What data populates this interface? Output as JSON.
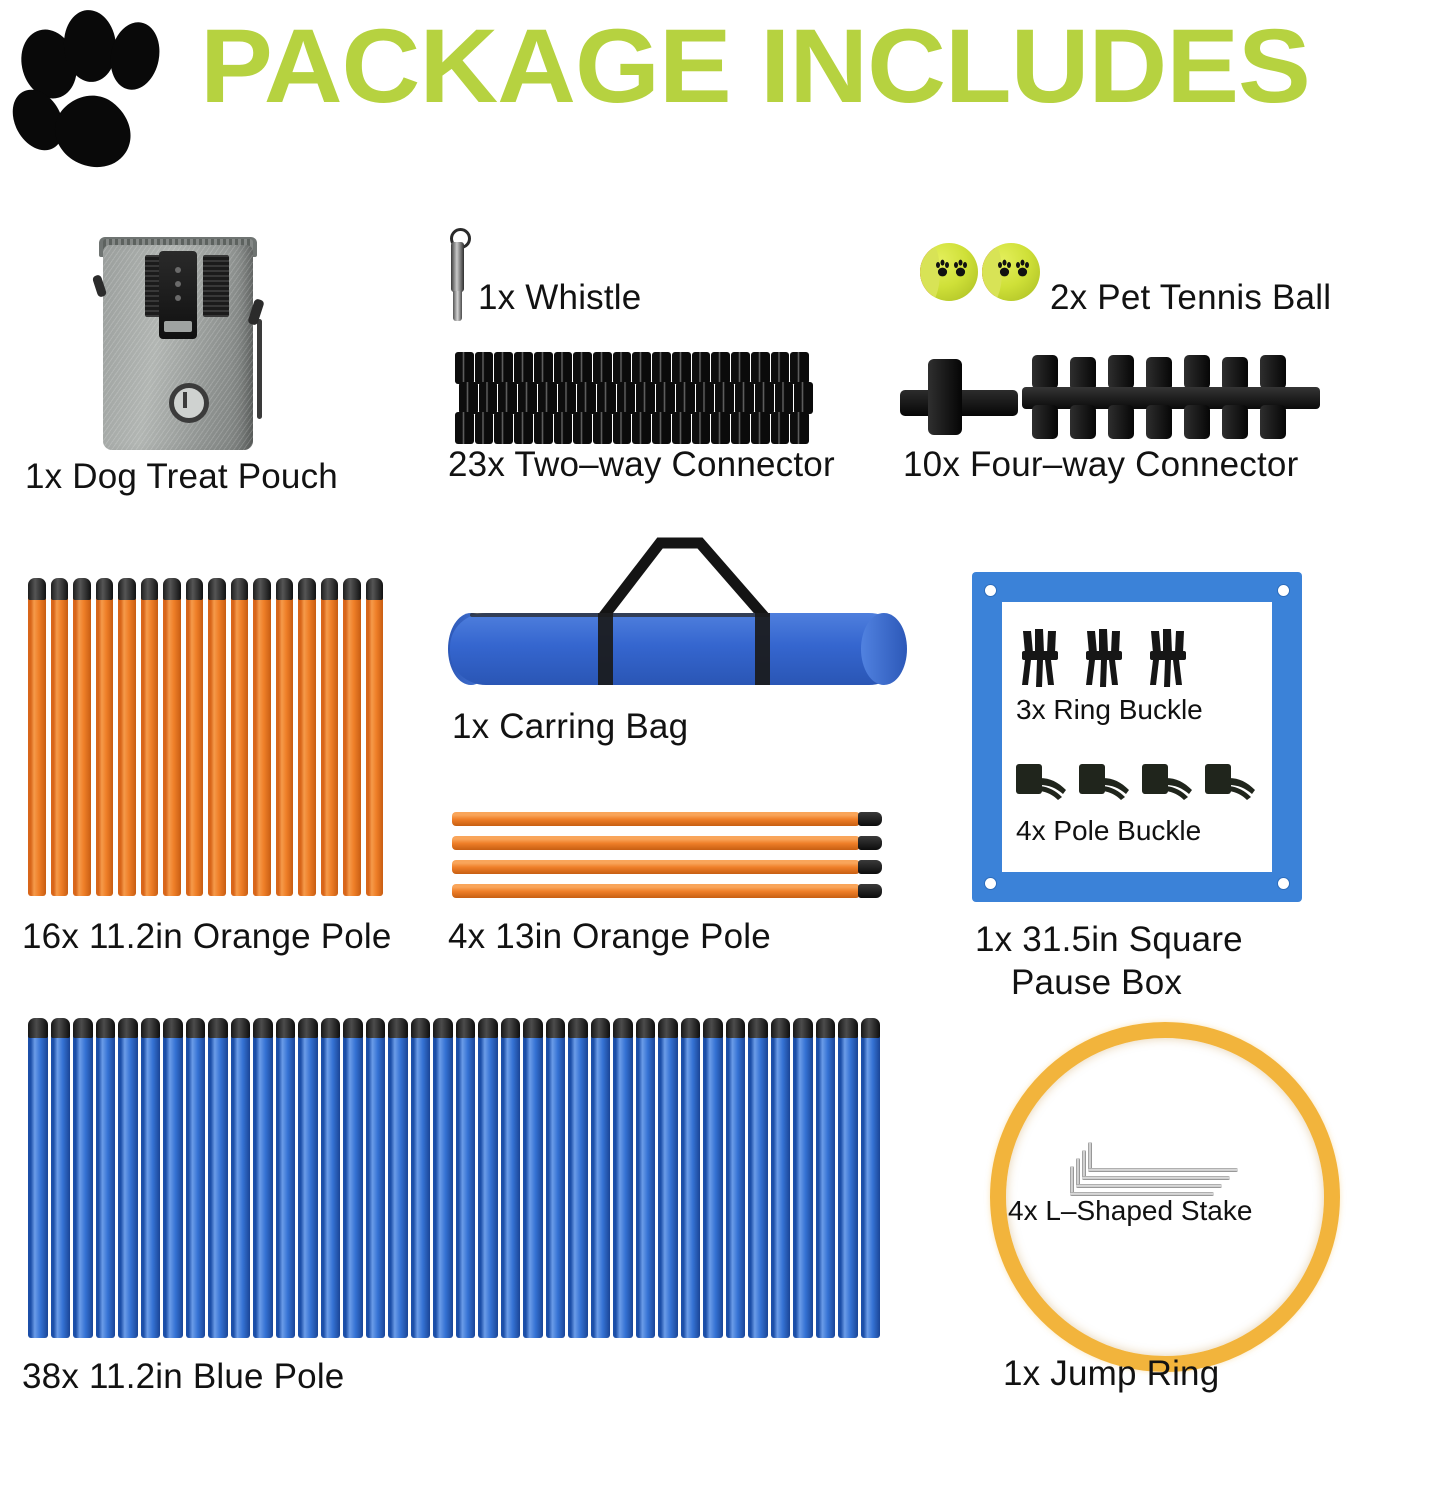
{
  "header": {
    "title": "PACKAGE INCLUDES",
    "paw_icon": "paw-print-icon",
    "title_color": "#b6d240"
  },
  "colors": {
    "title_green": "#b6d240",
    "orange_pole": "#ef7f28",
    "blue_pole": "#3572d4",
    "pause_box_blue": "#3b82d8",
    "jump_ring_gold": "#f2b43c",
    "bag_blue": "#3566cf",
    "connector_black": "#0b0b0b",
    "pouch_gray": "#9a9e9c",
    "tennis_ball_yellow": "#cfe038",
    "tennis_ball_red": "#c01a1a"
  },
  "items": [
    {
      "id": "dog-treat-pouch",
      "qty": "1x",
      "name": "Dog Treat Pouch",
      "caption": "1x  Dog Treat Pouch",
      "icon": "treat-pouch-icon"
    },
    {
      "id": "whistle",
      "qty": "1x",
      "name": "Whistle",
      "caption": "1x  Whistle",
      "icon": "whistle-icon"
    },
    {
      "id": "two-way-connector",
      "qty": "23x",
      "name": "Two-way Connector",
      "caption": "23x  Two–way Connector",
      "icon": "two-way-connector-icon",
      "count": 23
    },
    {
      "id": "pet-tennis-ball",
      "qty": "2x",
      "name": "Pet Tennis Ball",
      "caption": "2x  Pet Tennis Ball",
      "icon": "tennis-ball-icon",
      "count": 2
    },
    {
      "id": "four-way-connector",
      "qty": "10x",
      "name": "Four-way Connector",
      "caption": "10x  Four–way Connector",
      "icon": "four-way-connector-icon",
      "count": 10
    },
    {
      "id": "orange-pole-11",
      "qty": "16x",
      "name": "11.2in Orange Pole",
      "caption": "16x  11.2in Orange Pole",
      "icon": "orange-pole-icon",
      "count": 16,
      "length": "11.2in"
    },
    {
      "id": "carring-bag",
      "qty": "1x",
      "name": "Carring Bag",
      "caption": "1x  Carring Bag",
      "icon": "carry-bag-icon"
    },
    {
      "id": "orange-pole-13",
      "qty": "4x",
      "name": "13in Orange Pole",
      "caption": "4x  13in Orange Pole",
      "icon": "orange-pole-icon",
      "count": 4,
      "length": "13in"
    },
    {
      "id": "square-pause-box",
      "qty": "1x",
      "name": "31.5in Square Pause Box",
      "caption_line1": "1x  31.5in Square",
      "caption_line2": "Pause Box",
      "icon": "pause-box-icon",
      "size": "31.5in"
    },
    {
      "id": "ring-buckle",
      "qty": "3x",
      "name": "Ring Buckle",
      "caption": "3x  Ring Buckle",
      "icon": "ring-buckle-icon",
      "count": 3
    },
    {
      "id": "pole-buckle",
      "qty": "4x",
      "name": "Pole Buckle",
      "caption": "4x  Pole Buckle",
      "icon": "pole-buckle-icon",
      "count": 4
    },
    {
      "id": "blue-pole",
      "qty": "38x",
      "name": "11.2in Blue Pole",
      "caption": "38x  11.2in Blue Pole",
      "icon": "blue-pole-icon",
      "count": 38,
      "length": "11.2in"
    },
    {
      "id": "l-shaped-stake",
      "qty": "4x",
      "name": "L-Shaped Stake",
      "caption": "4x  L–Shaped Stake",
      "icon": "l-stake-icon",
      "count": 4
    },
    {
      "id": "jump-ring",
      "qty": "1x",
      "name": "Jump Ring",
      "caption": "1x  Jump Ring",
      "icon": "jump-ring-icon"
    }
  ]
}
